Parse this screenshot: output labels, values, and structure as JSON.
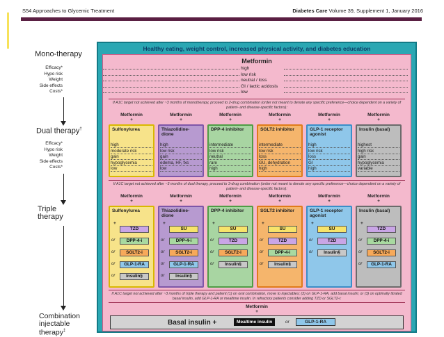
{
  "header": {
    "page_left": "S54   Approaches to Glycemic Treatment",
    "journal": "Diabetes Care",
    "issue": "Volume 39, Supplement 1, January 2016"
  },
  "left_labels": {
    "mono": "Mono-therapy",
    "dual": "Dual therapy",
    "dual_mark": "†",
    "triple": "Triple therapy",
    "combo": "Combination injectable therapy",
    "combo_mark": "‡",
    "rows": [
      "Efficacy*",
      "Hypo risk",
      "Weight",
      "Side effects",
      "Costs*"
    ]
  },
  "banner": "Healthy eating, weight control, increased physical activity, and diabetes education",
  "mono": {
    "drug": "Metformin",
    "values": [
      "high",
      "low risk",
      "neutral / loss",
      "GI / lactic acidosis",
      "low"
    ]
  },
  "note1": "If A1C target not achieved after ~3 months of monotherapy, proceed to 2-drug combination (order not meant to denote any specific preference—choice dependent on a variety of patient- and disease-specific factors):",
  "dual_cols": [
    {
      "head": "Metformin",
      "plus": "+",
      "drug": "Sulfonylurea",
      "values": [
        "high",
        "moderate risk",
        "gain",
        "hypoglycemia",
        "low"
      ]
    },
    {
      "head": "Metformin",
      "plus": "+",
      "drug": "Thiazolidine-dione",
      "values": [
        "high",
        "low risk",
        "gain",
        "edema, HF, fxs",
        "low"
      ]
    },
    {
      "head": "Metformin",
      "plus": "+",
      "drug": "DPP-4 inhibitor",
      "values": [
        "intermediate",
        "low risk",
        "neutral",
        "rare",
        "high"
      ]
    },
    {
      "head": "Metformin",
      "plus": "+",
      "drug": "SGLT2 inhibitor",
      "values": [
        "intermediate",
        "low risk",
        "loss",
        "GU, dehydration",
        "high"
      ]
    },
    {
      "head": "Metformin",
      "plus": "+",
      "drug": "GLP-1 receptor agonist",
      "values": [
        "high",
        "low risk",
        "loss",
        "GI",
        "high"
      ]
    },
    {
      "head": "Metformin",
      "plus": "+",
      "drug": "Insulin (basal)",
      "values": [
        "highest",
        "high risk",
        "gain",
        "hypoglycemia",
        "variable"
      ]
    }
  ],
  "note2": "If A1C target not achieved after ~3 months of dual therapy, proceed to 3-drug combination (order not meant to denote any specific preference—choice dependent on a variety of patient- and disease-specific factors):",
  "triple_cols": [
    {
      "head": "Metformin",
      "plus": "+",
      "drug": "Sulfonylurea",
      "plus2": "+",
      "opts": [
        "TZD",
        "DPP-4-i",
        "SGLT2-i",
        "GLP-1-RA",
        "Insulin§"
      ]
    },
    {
      "head": "Metformin",
      "plus": "+",
      "drug": "Thiazolidine-dione",
      "plus2": "+",
      "opts": [
        "SU",
        "DPP-4-i",
        "SGLT2-i",
        "GLP-1-RA",
        "Insulin§"
      ]
    },
    {
      "head": "Metformin",
      "plus": "+",
      "drug": "DPP-4 inhibitor",
      "plus2": "+",
      "opts": [
        "SU",
        "TZD",
        "SGLT2-i",
        "Insulin§"
      ]
    },
    {
      "head": "Metformin",
      "plus": "+",
      "drug": "SGLT2 inhibitor",
      "plus2": "+",
      "opts": [
        "SU",
        "TZD",
        "DPP-4-i",
        "Insulin§"
      ]
    },
    {
      "head": "Metformin",
      "plus": "+",
      "drug": "GLP-1 receptor agonist",
      "plus2": "+",
      "opts": [
        "SU",
        "TZD",
        "Insulin§"
      ]
    },
    {
      "head": "Metformin",
      "plus": "+",
      "drug": "Insulin (basal)",
      "plus2": "+",
      "opts": [
        "TZD",
        "DPP-4-i",
        "SGLT2-i",
        "GLP-1-RA"
      ]
    }
  ],
  "or_label": "or",
  "note3": "If A1C target not achieved after ~3 months of triple therapy and patient (1) on oral combination, move to injectables; (2) on GLP-1-RA, add basal insulin; or (3) on optimally titrated basal insulin, add GLP-1-RA or mealtime insulin. In refractory patients consider adding TZD or SGLT2-i:",
  "combo": {
    "head": "Metformin",
    "plus": "+",
    "basal": "Basal insulin +",
    "meal": "Mealtime insulin",
    "or": "or",
    "glp": "GLP-1-RA"
  },
  "colors": {
    "teal": "#2aa7b3",
    "pink": "#f4b9cd",
    "maroon": "#5a1f42",
    "yellow": "#f7e38a",
    "purple": "#b79ad0",
    "green": "#a8d5a2",
    "orange": "#f5b56c",
    "blue": "#8fc7ea",
    "gray": "#bdbdbd"
  }
}
